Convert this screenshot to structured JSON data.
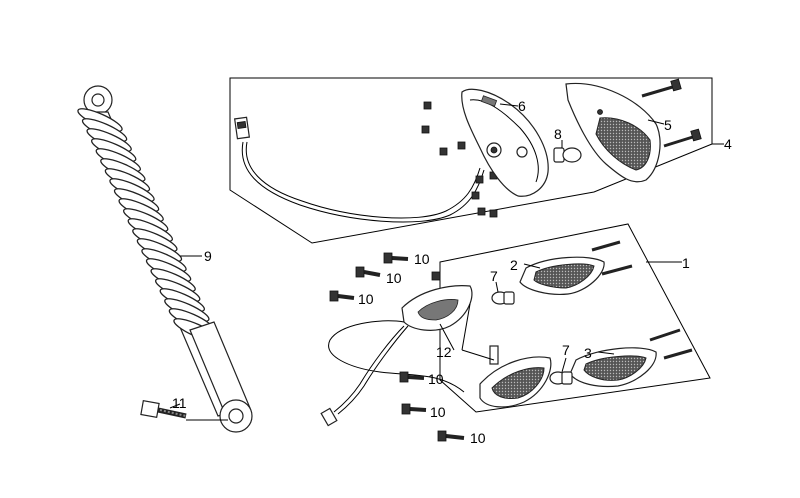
{
  "callouts": {
    "c1": "1",
    "c2": "2",
    "c3": "3",
    "c4": "4",
    "c5": "5",
    "c6": "6",
    "c7a": "7",
    "c7b": "7",
    "c8": "8",
    "c9": "9",
    "c10a": "10",
    "c10b": "10",
    "c10c": "10",
    "c10d": "10",
    "c10e": "10",
    "c10f": "10",
    "c11": "11",
    "c12": "12"
  }
}
